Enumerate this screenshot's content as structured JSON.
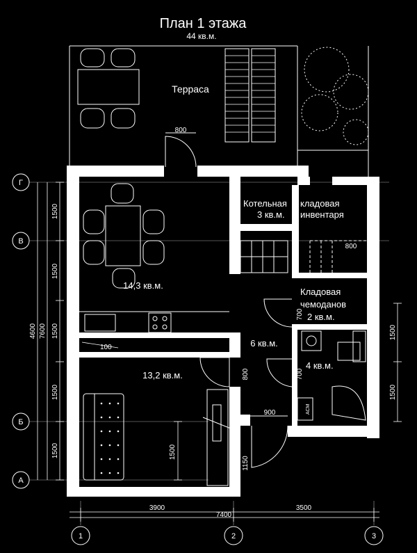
{
  "title": "План 1 этажа",
  "subtitle": "44 кв.м.",
  "rooms": {
    "terrace": "Терраса",
    "boiler_line1": "Котельная",
    "boiler_line2": "3 кв.м.",
    "storage_inv_line1": "кладовая",
    "storage_inv_line2": "инвентаря",
    "living": "14,3 кв.м.",
    "storage_suit_line1": "Кладовая",
    "storage_suit_line2": "чемоданов",
    "storage_suit_line3": "2 кв.м.",
    "hall": "6 кв.м.",
    "bath": "4 кв.м.",
    "bedroom": "13,2 кв.м."
  },
  "dimensions": {
    "terrace_door": "800",
    "stair_door": "800",
    "door_700a": "700",
    "door_700b": "700",
    "bed_door": "800",
    "wall_100": "100",
    "entry_900": "900",
    "entry_1150": "1150",
    "bed_1500": "1500",
    "left_1500_a": "1500",
    "left_1500_b": "1500",
    "left_1500_c": "1500",
    "left_1500_d": "1500",
    "left_1500_e": "1500",
    "total_4600": "4600",
    "total_7600": "7600",
    "right_1500_a": "1500",
    "right_1500_b": "1500",
    "bottom_3900": "3900",
    "bottom_3500": "3500",
    "bottom_7400": "7400"
  },
  "axes": {
    "row_g": "Г",
    "row_v": "В",
    "row_b": "Б",
    "row_a": "А",
    "col_1": "1",
    "col_2": "2",
    "col_3": "3"
  },
  "labels": {
    "boiler_tag": "АСМ"
  }
}
